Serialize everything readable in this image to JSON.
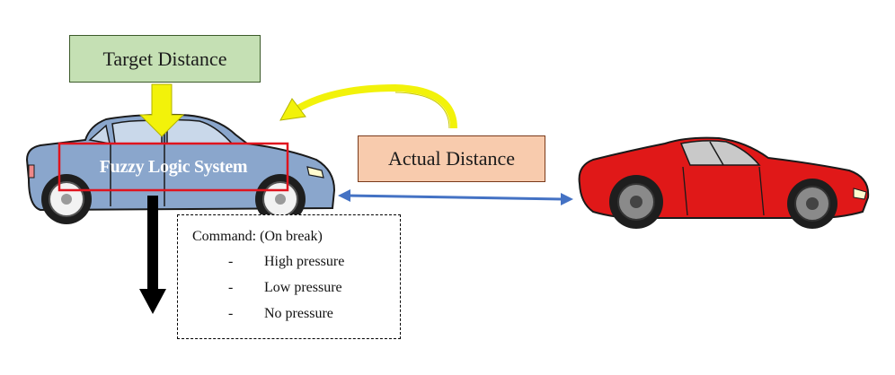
{
  "labels": {
    "target_distance": "Target Distance",
    "actual_distance": "Actual Distance",
    "fuzzy_logic_system": "Fuzzy Logic System"
  },
  "command": {
    "title": "Command: (On break)",
    "items": [
      {
        "dash": "-",
        "text": "High pressure"
      },
      {
        "dash": "-",
        "text": "Low pressure"
      },
      {
        "dash": "-",
        "text": "No pressure"
      }
    ]
  },
  "colors": {
    "target_fill": "#c5e0b4",
    "actual_fill": "#f8cbad",
    "yellow_arrow": "#f2f20a",
    "blue_arrow": "#4472c4",
    "fls_border": "#e0141e",
    "blue_car": "#8aa6cc",
    "red_car": "#e01818"
  }
}
